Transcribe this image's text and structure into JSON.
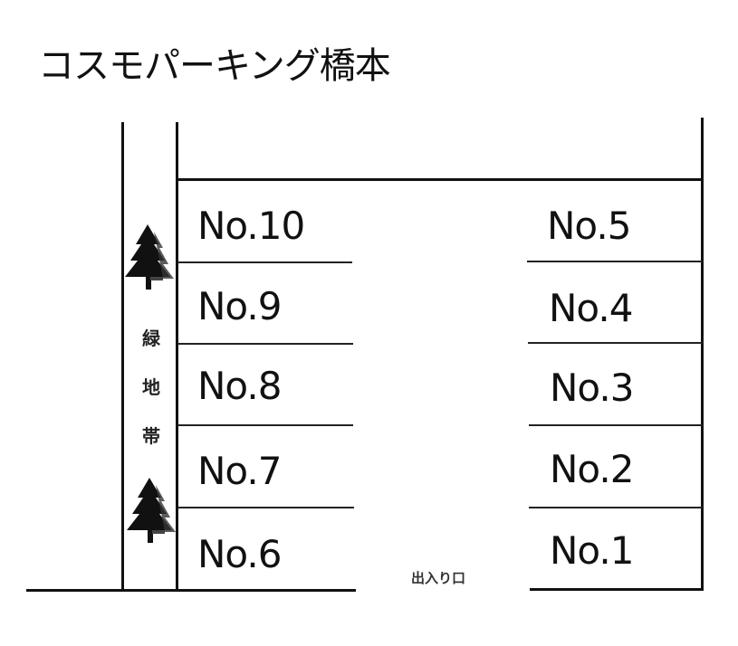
{
  "title": "コスモパーキング橋本",
  "green_belt": {
    "chars": [
      "緑",
      "地",
      "帯"
    ],
    "label": "緑地帯",
    "icons": [
      "tree-icon",
      "tree-icon"
    ]
  },
  "entrance_label": "出入り口",
  "left_spaces": [
    {
      "label": "No.10"
    },
    {
      "label": "No.9"
    },
    {
      "label": "No.8"
    },
    {
      "label": "No.7"
    },
    {
      "label": "No.6"
    }
  ],
  "right_spaces": [
    {
      "label": "No.5"
    },
    {
      "label": "No.4"
    },
    {
      "label": "No.3"
    },
    {
      "label": "No.2"
    },
    {
      "label": "No.1"
    }
  ],
  "colors": {
    "line": "#111111",
    "background": "#ffffff"
  }
}
